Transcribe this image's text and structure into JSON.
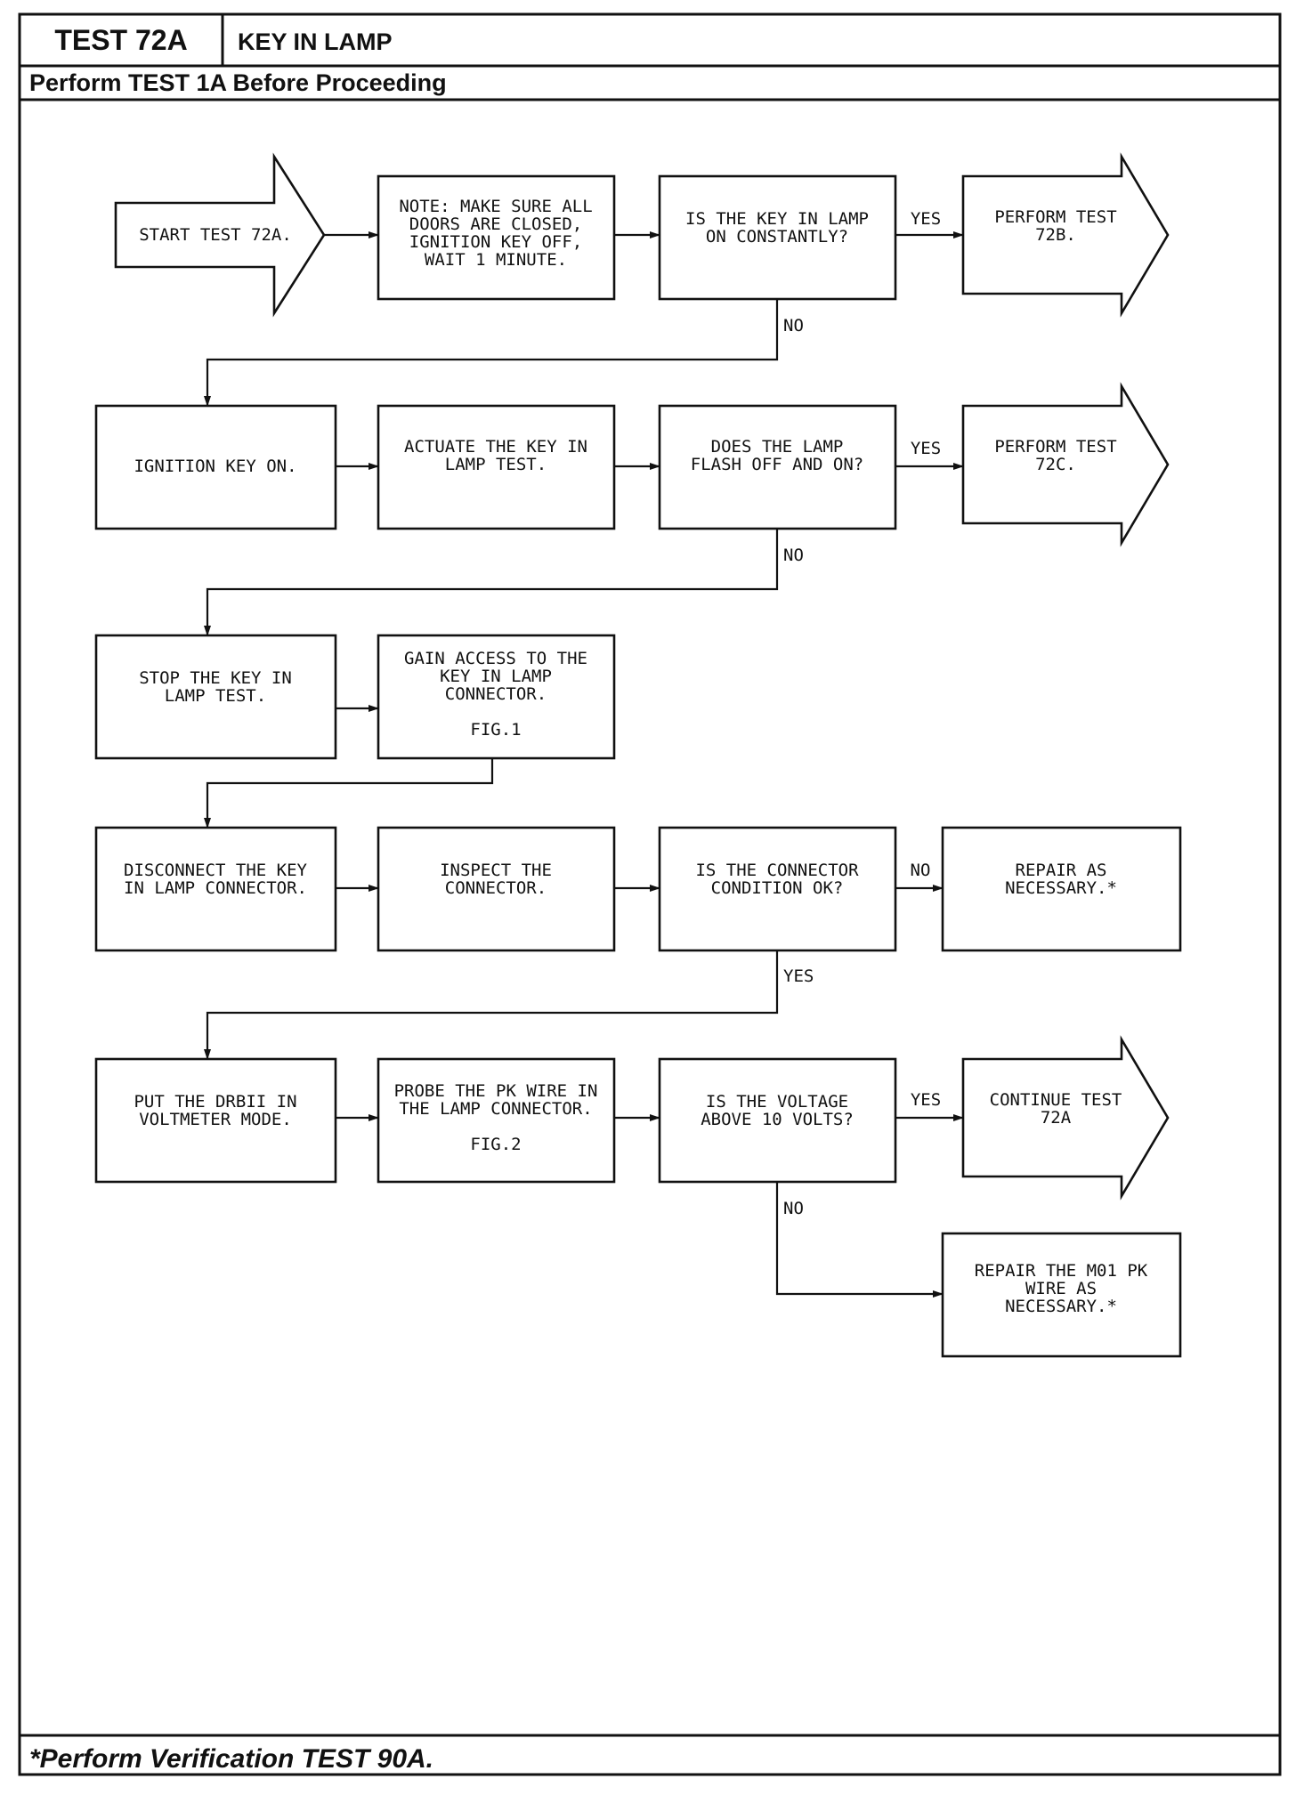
{
  "header": {
    "test_id": "TEST 72A",
    "title": "KEY IN LAMP",
    "prerequisite": "Perform TEST 1A Before Proceeding"
  },
  "footer": {
    "note": "*Perform Verification TEST 90A."
  },
  "nodes": {
    "start": [
      "START TEST 72A."
    ],
    "note": [
      "NOTE: MAKE SURE ALL",
      "DOORS ARE CLOSED,",
      "IGNITION KEY OFF,",
      "WAIT 1 MINUTE."
    ],
    "q_constant": [
      "IS THE KEY IN LAMP",
      "ON CONSTANTLY?"
    ],
    "perform_72b": [
      "PERFORM TEST",
      "72B."
    ],
    "ignition_on": [
      "IGNITION KEY ON."
    ],
    "actuate": [
      "ACTUATE THE KEY IN",
      "LAMP TEST."
    ],
    "q_flash": [
      "DOES THE LAMP",
      "FLASH OFF AND ON?"
    ],
    "perform_72c": [
      "PERFORM TEST",
      "72C."
    ],
    "stop": [
      "STOP THE KEY IN",
      "LAMP TEST."
    ],
    "gain_access": [
      "GAIN ACCESS TO THE",
      "KEY IN LAMP",
      "CONNECTOR.",
      "",
      "FIG.1"
    ],
    "disconnect": [
      "DISCONNECT THE KEY",
      "IN LAMP CONNECTOR."
    ],
    "inspect": [
      "INSPECT THE",
      "CONNECTOR."
    ],
    "q_condition": [
      "IS THE CONNECTOR",
      "CONDITION OK?"
    ],
    "repair": [
      "REPAIR AS",
      "NECESSARY.*"
    ],
    "put_drb": [
      "PUT THE DRBII IN",
      "VOLTMETER MODE."
    ],
    "probe": [
      "PROBE THE PK WIRE IN",
      "THE LAMP CONNECTOR.",
      "",
      "FIG.2"
    ],
    "q_voltage": [
      "IS THE VOLTAGE",
      "ABOVE 10 VOLTS?"
    ],
    "continue_72a": [
      "CONTINUE TEST",
      "72A"
    ],
    "repair_m01": [
      "REPAIR THE M01 PK",
      "WIRE AS",
      "NECESSARY.*"
    ]
  },
  "labels": {
    "yes_1": "YES",
    "no_1": "NO",
    "yes_2": "YES",
    "no_2": "NO",
    "no_3": "NO",
    "yes_3": "YES",
    "yes_4": "YES",
    "no_4": "NO"
  }
}
